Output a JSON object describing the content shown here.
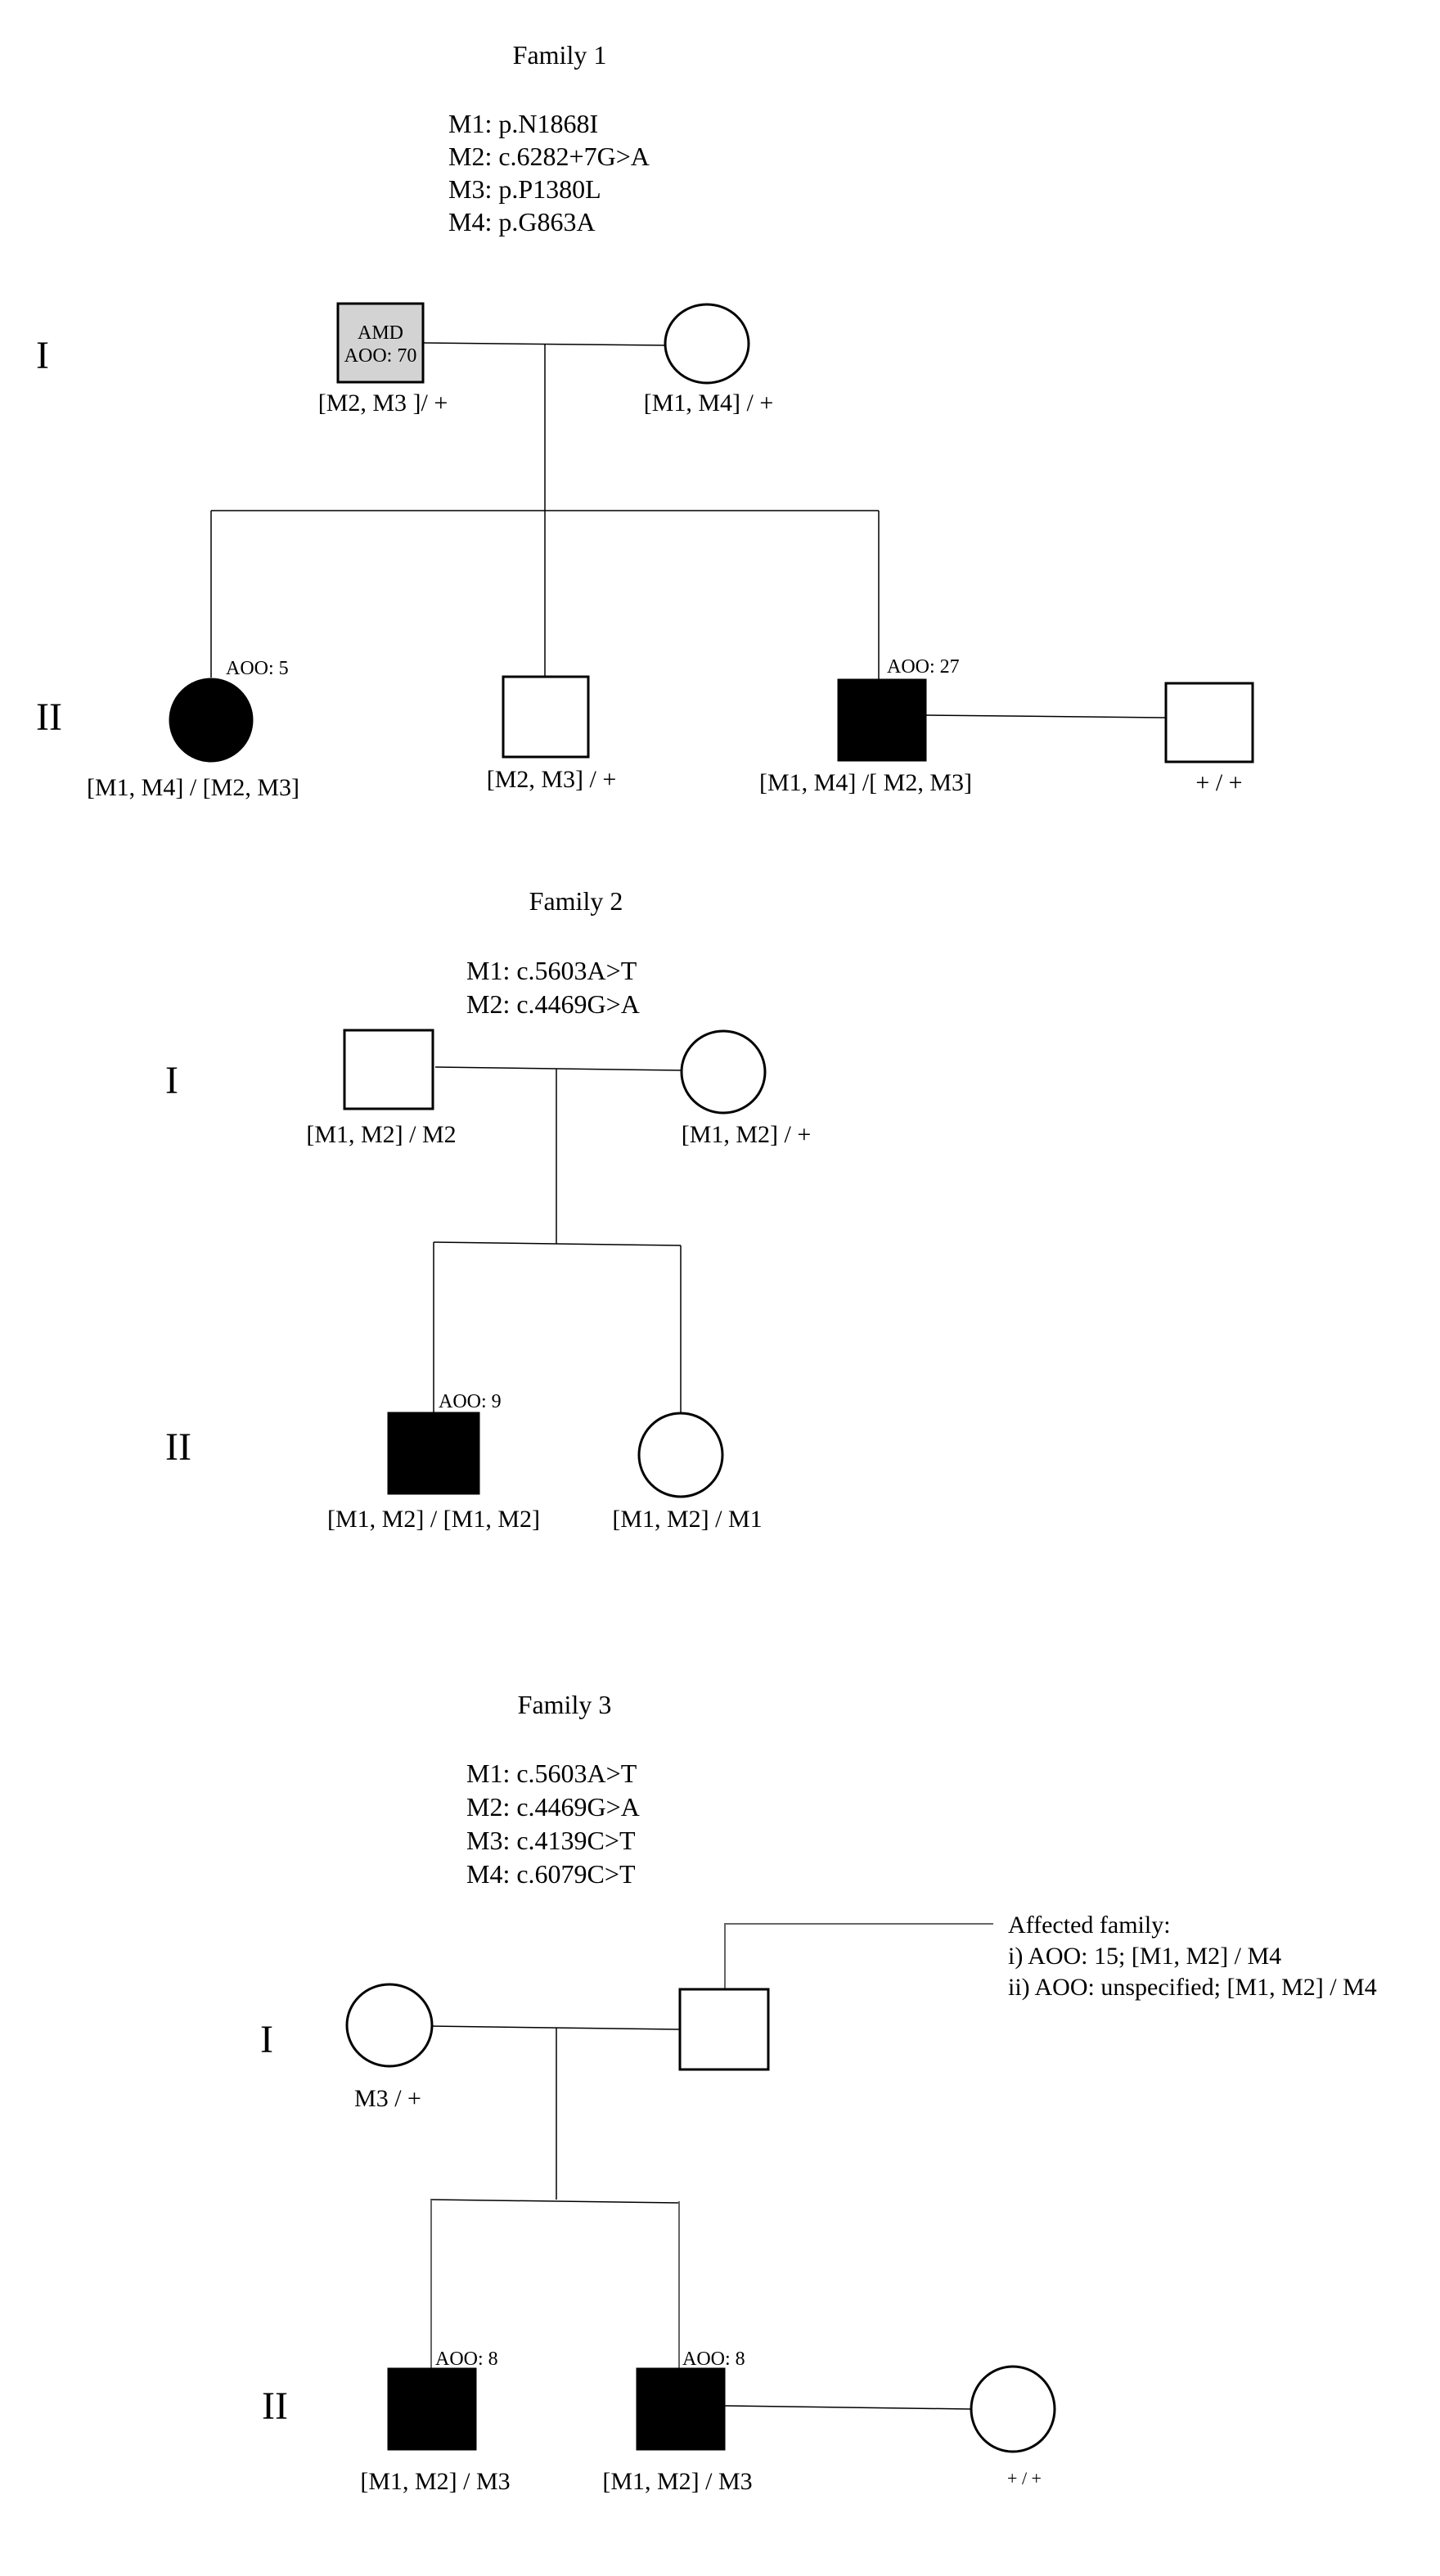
{
  "families": [
    {
      "title": "Family 1",
      "mutations": [
        "M1: p.N1868I",
        "M2: c.6282+7G>A",
        "M3: p.P1380L",
        "M4: p.G863A"
      ],
      "generations": [
        "I",
        "II"
      ],
      "gen1": [
        {
          "sex": "male",
          "status": "partially-affected",
          "inner_lines": [
            "AMD",
            "AOO: 70"
          ],
          "genotype": "[M2, M3 ]/ +",
          "fill": "#d3d3d3"
        },
        {
          "sex": "female",
          "status": "unaffected",
          "genotype": "[M1, M4] / +"
        }
      ],
      "gen2": [
        {
          "sex": "female",
          "status": "affected",
          "aoo": "AOO: 5",
          "genotype": "[M1, M4] / [M2, M3]"
        },
        {
          "sex": "male",
          "status": "unaffected",
          "genotype": "[M2, M3] / +"
        },
        {
          "sex": "male",
          "status": "affected",
          "aoo": "AOO: 27",
          "genotype": "[M1, M4] /[ M2, M3]"
        },
        {
          "sex": "male",
          "status": "unaffected",
          "spouse": true,
          "genotype": "+ / +"
        }
      ]
    },
    {
      "title": "Family 2",
      "mutations": [
        "M1: c.5603A>T",
        "M2: c.4469G>A"
      ],
      "generations": [
        "I",
        "II"
      ],
      "gen1": [
        {
          "sex": "male",
          "status": "unaffected",
          "genotype": "[M1, M2] / M2"
        },
        {
          "sex": "female",
          "status": "unaffected",
          "genotype": "[M1, M2] / +"
        }
      ],
      "gen2": [
        {
          "sex": "male",
          "status": "affected",
          "aoo": "AOO: 9",
          "genotype": "[M1, M2] / [M1, M2]"
        },
        {
          "sex": "female",
          "status": "unaffected",
          "genotype": "[M1, M2] / M1"
        }
      ]
    },
    {
      "title": "Family 3",
      "mutations": [
        "M1: c.5603A>T",
        "M2: c.4469G>A",
        "M3: c.4139C>T",
        "M4: c.6079C>T"
      ],
      "generations": [
        "I",
        "II"
      ],
      "gen1": [
        {
          "sex": "female",
          "status": "unaffected",
          "genotype": "M3 / +"
        },
        {
          "sex": "male",
          "status": "unaffected",
          "genotype": ""
        }
      ],
      "affected_family_note": [
        "Affected family:",
        "i) AOO: 15; [M1, M2] / M4",
        "ii) AOO: unspecified; [M1, M2] / M4"
      ],
      "gen2": [
        {
          "sex": "male",
          "status": "affected",
          "aoo": "AOO: 8",
          "genotype": "[M1, M2] / M3"
        },
        {
          "sex": "male",
          "status": "affected",
          "aoo": "AOO: 8",
          "genotype": "[M1, M2] / M3"
        },
        {
          "sex": "female",
          "status": "unaffected",
          "spouse": true,
          "genotype": "+ / +"
        }
      ]
    }
  ],
  "colors": {
    "affected": "#000000",
    "partial": "#d3d3d3",
    "unaffected": "#ffffff",
    "line": "#000000"
  }
}
